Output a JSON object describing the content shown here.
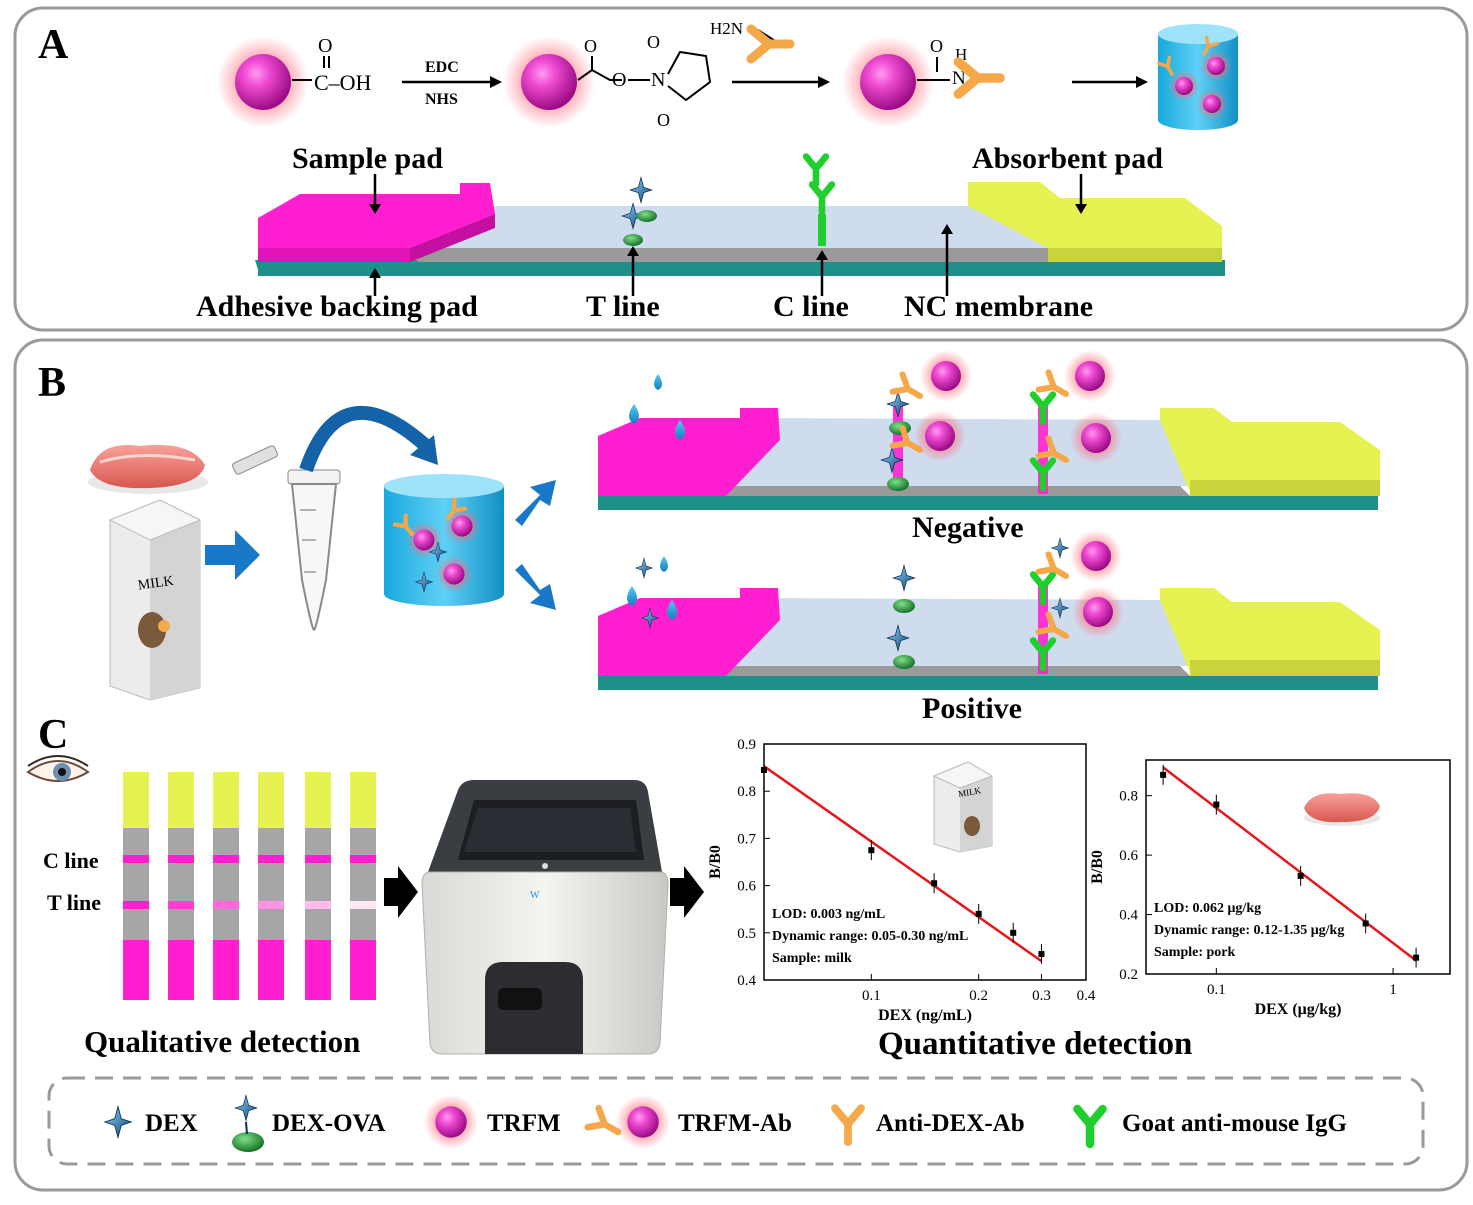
{
  "colors": {
    "magenta": "#ff1fd0",
    "yellow": "#e6f252",
    "teal": "#1f8f8a",
    "membrane": "#cfdcee",
    "antibody_orange": "#f5a84a",
    "goat_igg_green": "#1ecf2e",
    "red_fit": "#e8161b"
  },
  "panel_a": {
    "label": "A",
    "reagents": {
      "acid": "C–OH",
      "ab_amine": "H2N",
      "edc": "EDC",
      "nhs": "NHS",
      "amide_h": "H",
      "amide_n": "N"
    },
    "labels": {
      "sample_pad": "Sample pad",
      "absorbent_pad": "Absorbent pad",
      "adhesive_backing_pad": "Adhesive backing pad",
      "t_line": "T line",
      "c_line": "C line",
      "nc_membrane": "NC membrane"
    }
  },
  "panel_b": {
    "label": "B",
    "milk_text": "MILK",
    "negative": "Negative",
    "positive": "Positive"
  },
  "panel_c": {
    "label": "C",
    "c_line": "C line",
    "t_line": "T line",
    "qualitative": "Qualitative detection",
    "quantitative": "Quantitative detection",
    "milk_text": "MILK",
    "t_line_intensity": [
      1.0,
      0.85,
      0.65,
      0.45,
      0.25,
      0.05
    ]
  },
  "legend": {
    "dex": "DEX",
    "dex_ova": "DEX-OVA",
    "trfm": "TRFM",
    "trfm_ab": "TRFM-Ab",
    "anti_dex_ab": "Anti-DEX-Ab",
    "goat_igg": "Goat anti-mouse IgG"
  },
  "chart_data": [
    {
      "type": "scatter",
      "xlabel": "DEX (ng/mL)",
      "ylabel": "B/B0",
      "xscale": "log",
      "ylim": [
        0.4,
        0.9
      ],
      "xlim": [
        0.05,
        0.4
      ],
      "yticks": [
        "0.4",
        "0.5",
        "0.6",
        "0.7",
        "0.8",
        "0.9"
      ],
      "xticks": [
        "0.1",
        "0.2",
        "0.3",
        "0.4"
      ],
      "x": [
        0.05,
        0.1,
        0.15,
        0.2,
        0.25,
        0.3
      ],
      "y": [
        0.845,
        0.675,
        0.605,
        0.54,
        0.5,
        0.455
      ],
      "fit": [
        [
          0.05,
          0.853
        ],
        [
          0.3,
          0.44
        ]
      ],
      "annotations": [
        "LOD: 0.003 ng/mL",
        "Dynamic range: 0.05-0.30 ng/mL",
        "Sample: milk"
      ]
    },
    {
      "type": "scatter",
      "xlabel": "DEX (μg/kg)",
      "ylabel": "B/B0",
      "xscale": "log",
      "ylim": [
        0.2,
        0.92
      ],
      "xlim": [
        0.04,
        2.1
      ],
      "yticks": [
        "0.2",
        "0.4",
        "0.6",
        "0.8"
      ],
      "xticks": [
        "0.1",
        "1"
      ],
      "x": [
        0.05,
        0.1,
        0.3,
        0.7,
        1.35
      ],
      "y": [
        0.87,
        0.77,
        0.53,
        0.37,
        0.255
      ],
      "fit": [
        [
          0.05,
          0.895
        ],
        [
          1.35,
          0.245
        ]
      ],
      "annotations": [
        "LOD: 0.062 μg/kg",
        "Dynamic range: 0.12-1.35 μg/kg",
        "Sample: pork"
      ]
    }
  ]
}
